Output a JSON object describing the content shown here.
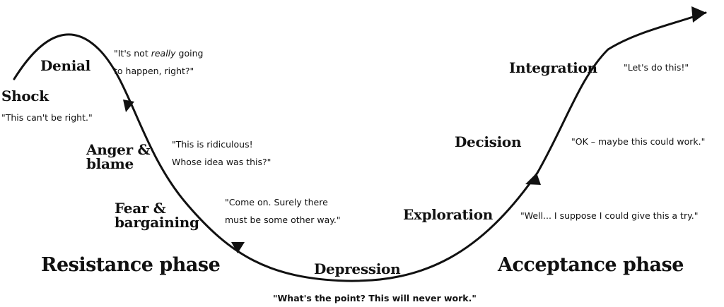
{
  "stages": {
    "shock": {
      "label": "Shock",
      "quote": "\"This can't be right.\""
    },
    "denial": {
      "label": "Denial",
      "quote_before": "\"It's not ",
      "quote_emphasis": "really",
      "quote_after": " going",
      "quote_line2": "to happen, right?\""
    },
    "anger": {
      "label_line1": "Anger &",
      "label_line2": "blame",
      "quote_line1": "\"This is ridiculous!",
      "quote_line2": "Whose idea was this?\""
    },
    "fear": {
      "label_line1": "Fear &",
      "label_line2": "bargaining",
      "quote_line1": "\"Come on. Surely there",
      "quote_line2": "must be some other way.\""
    },
    "depression": {
      "label": "Depression",
      "quote": "\"What's the point? This will never work.\""
    },
    "exploration": {
      "label": "Exploration",
      "quote": "\"Well... I suppose I could give this a try.\""
    },
    "decision": {
      "label": "Decision",
      "quote": "\"OK – maybe this could work.\""
    },
    "integration": {
      "label": "Integration",
      "quote": "\"Let's do this!\""
    }
  },
  "phases": {
    "resistance": "Resistance phase",
    "acceptance": "Acceptance phase"
  },
  "colors": {
    "ink": "#111111",
    "background": "#ffffff"
  }
}
